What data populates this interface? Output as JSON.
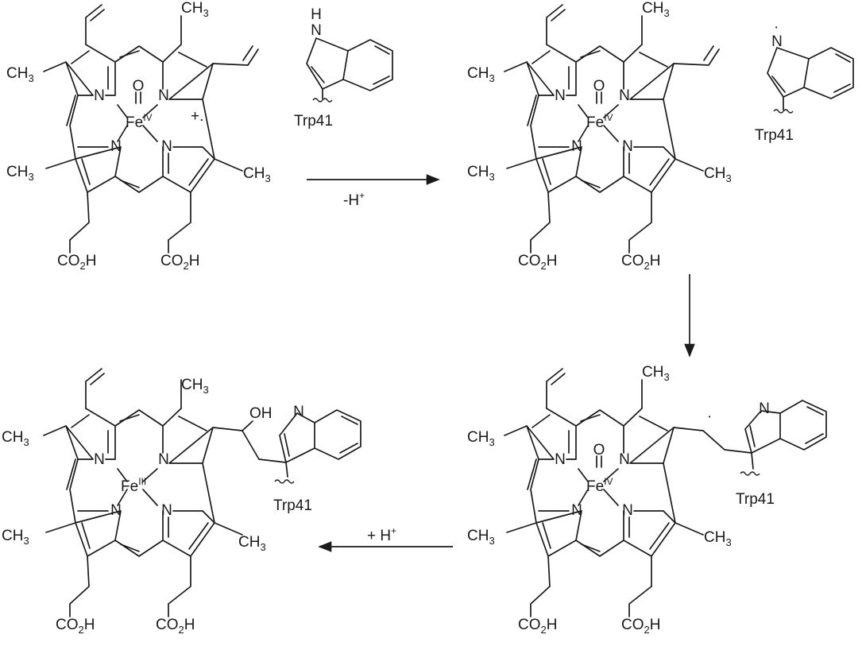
{
  "atoms": {
    "N": "N",
    "O": "O",
    "Fe": "Fe",
    "H": "H",
    "OH": "OH",
    "CH": "CH",
    "sub3": "3",
    "CO": "CO",
    "sub2": "2",
    "radical_cation": "+.",
    "radical_dot": "·"
  },
  "oxidation_states": {
    "iv": "IV",
    "iii": "III"
  },
  "labels": {
    "residue": "Trp41"
  },
  "steps": {
    "step1": {
      "main": "-H",
      "sup": "+"
    },
    "step3": {
      "main": "+ H",
      "sup": "+"
    }
  },
  "colors": {
    "ink": "#1a1a1a",
    "background": "#ffffff"
  }
}
